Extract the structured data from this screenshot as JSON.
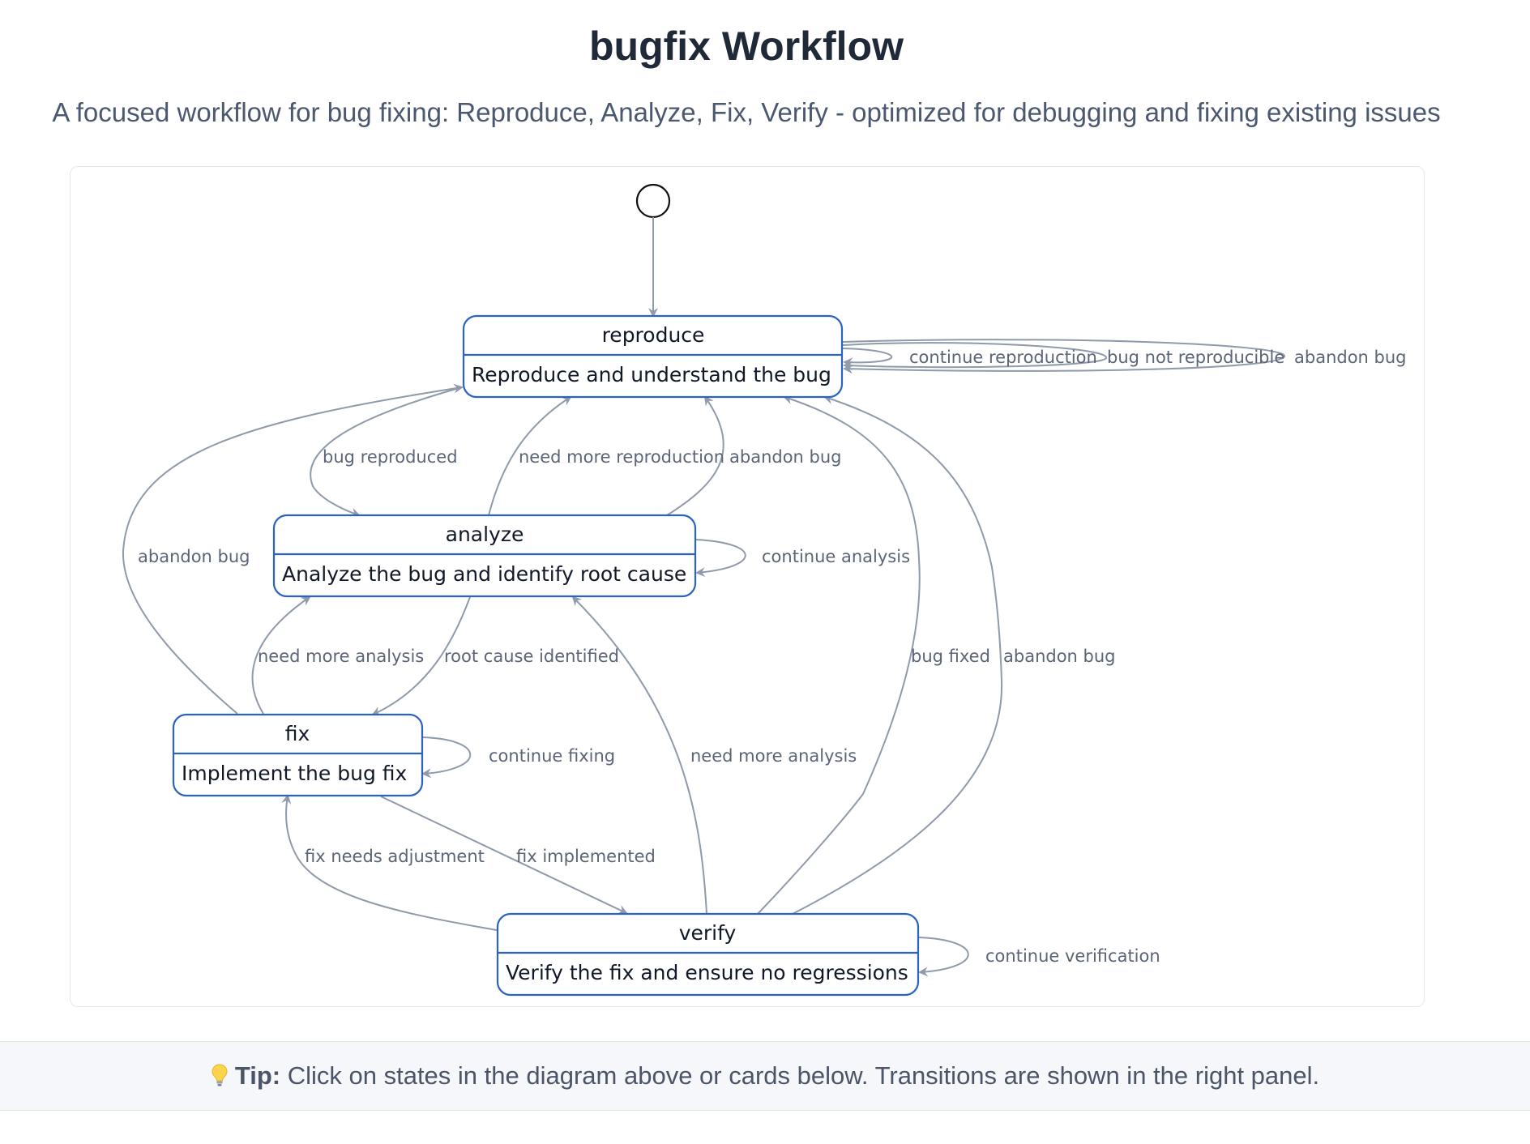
{
  "header": {
    "title": "bugfix Workflow",
    "subtitle": "A focused workflow for bug fixing: Reproduce, Analyze, Fix, Verify - optimized for debugging and fixing existing issues"
  },
  "diagram": {
    "states": [
      {
        "id": "reproduce",
        "name": "reproduce",
        "description": "Reproduce and understand the bug"
      },
      {
        "id": "analyze",
        "name": "analyze",
        "description": "Analyze the bug and identify root cause"
      },
      {
        "id": "fix",
        "name": "fix",
        "description": "Implement the bug fix"
      },
      {
        "id": "verify",
        "name": "verify",
        "description": "Verify the fix and ensure no regressions"
      }
    ],
    "transitions": [
      {
        "from": "start",
        "to": "reproduce",
        "label": ""
      },
      {
        "from": "reproduce",
        "to": "reproduce",
        "label": "continue reproduction"
      },
      {
        "from": "reproduce",
        "to": "reproduce",
        "label": "bug not reproducible"
      },
      {
        "from": "reproduce",
        "to": "reproduce",
        "label": "abandon bug"
      },
      {
        "from": "reproduce",
        "to": "analyze",
        "label": "bug reproduced"
      },
      {
        "from": "analyze",
        "to": "reproduce",
        "label": "need more reproduction"
      },
      {
        "from": "analyze",
        "to": "reproduce",
        "label": "abandon bug"
      },
      {
        "from": "analyze",
        "to": "analyze",
        "label": "continue analysis"
      },
      {
        "from": "fix",
        "to": "reproduce",
        "label": "abandon bug"
      },
      {
        "from": "fix",
        "to": "analyze",
        "label": "need more analysis"
      },
      {
        "from": "analyze",
        "to": "fix",
        "label": "root cause identified"
      },
      {
        "from": "fix",
        "to": "fix",
        "label": "continue fixing"
      },
      {
        "from": "verify",
        "to": "analyze",
        "label": "need more analysis"
      },
      {
        "from": "verify",
        "to": "reproduce",
        "label": "bug fixed"
      },
      {
        "from": "verify",
        "to": "reproduce",
        "label": "abandon bug"
      },
      {
        "from": "verify",
        "to": "fix",
        "label": "fix needs adjustment"
      },
      {
        "from": "fix",
        "to": "verify",
        "label": "fix implemented"
      },
      {
        "from": "verify",
        "to": "verify",
        "label": "continue verification"
      }
    ]
  },
  "tip": {
    "icon": "lightbulb-icon",
    "label": "Tip:",
    "text": " Click on states in the diagram above or cards below. Transitions are shown in the right panel."
  },
  "colors": {
    "state_border": "#2b63c4",
    "edge": "#8f9aaa",
    "title": "#1f2937"
  }
}
